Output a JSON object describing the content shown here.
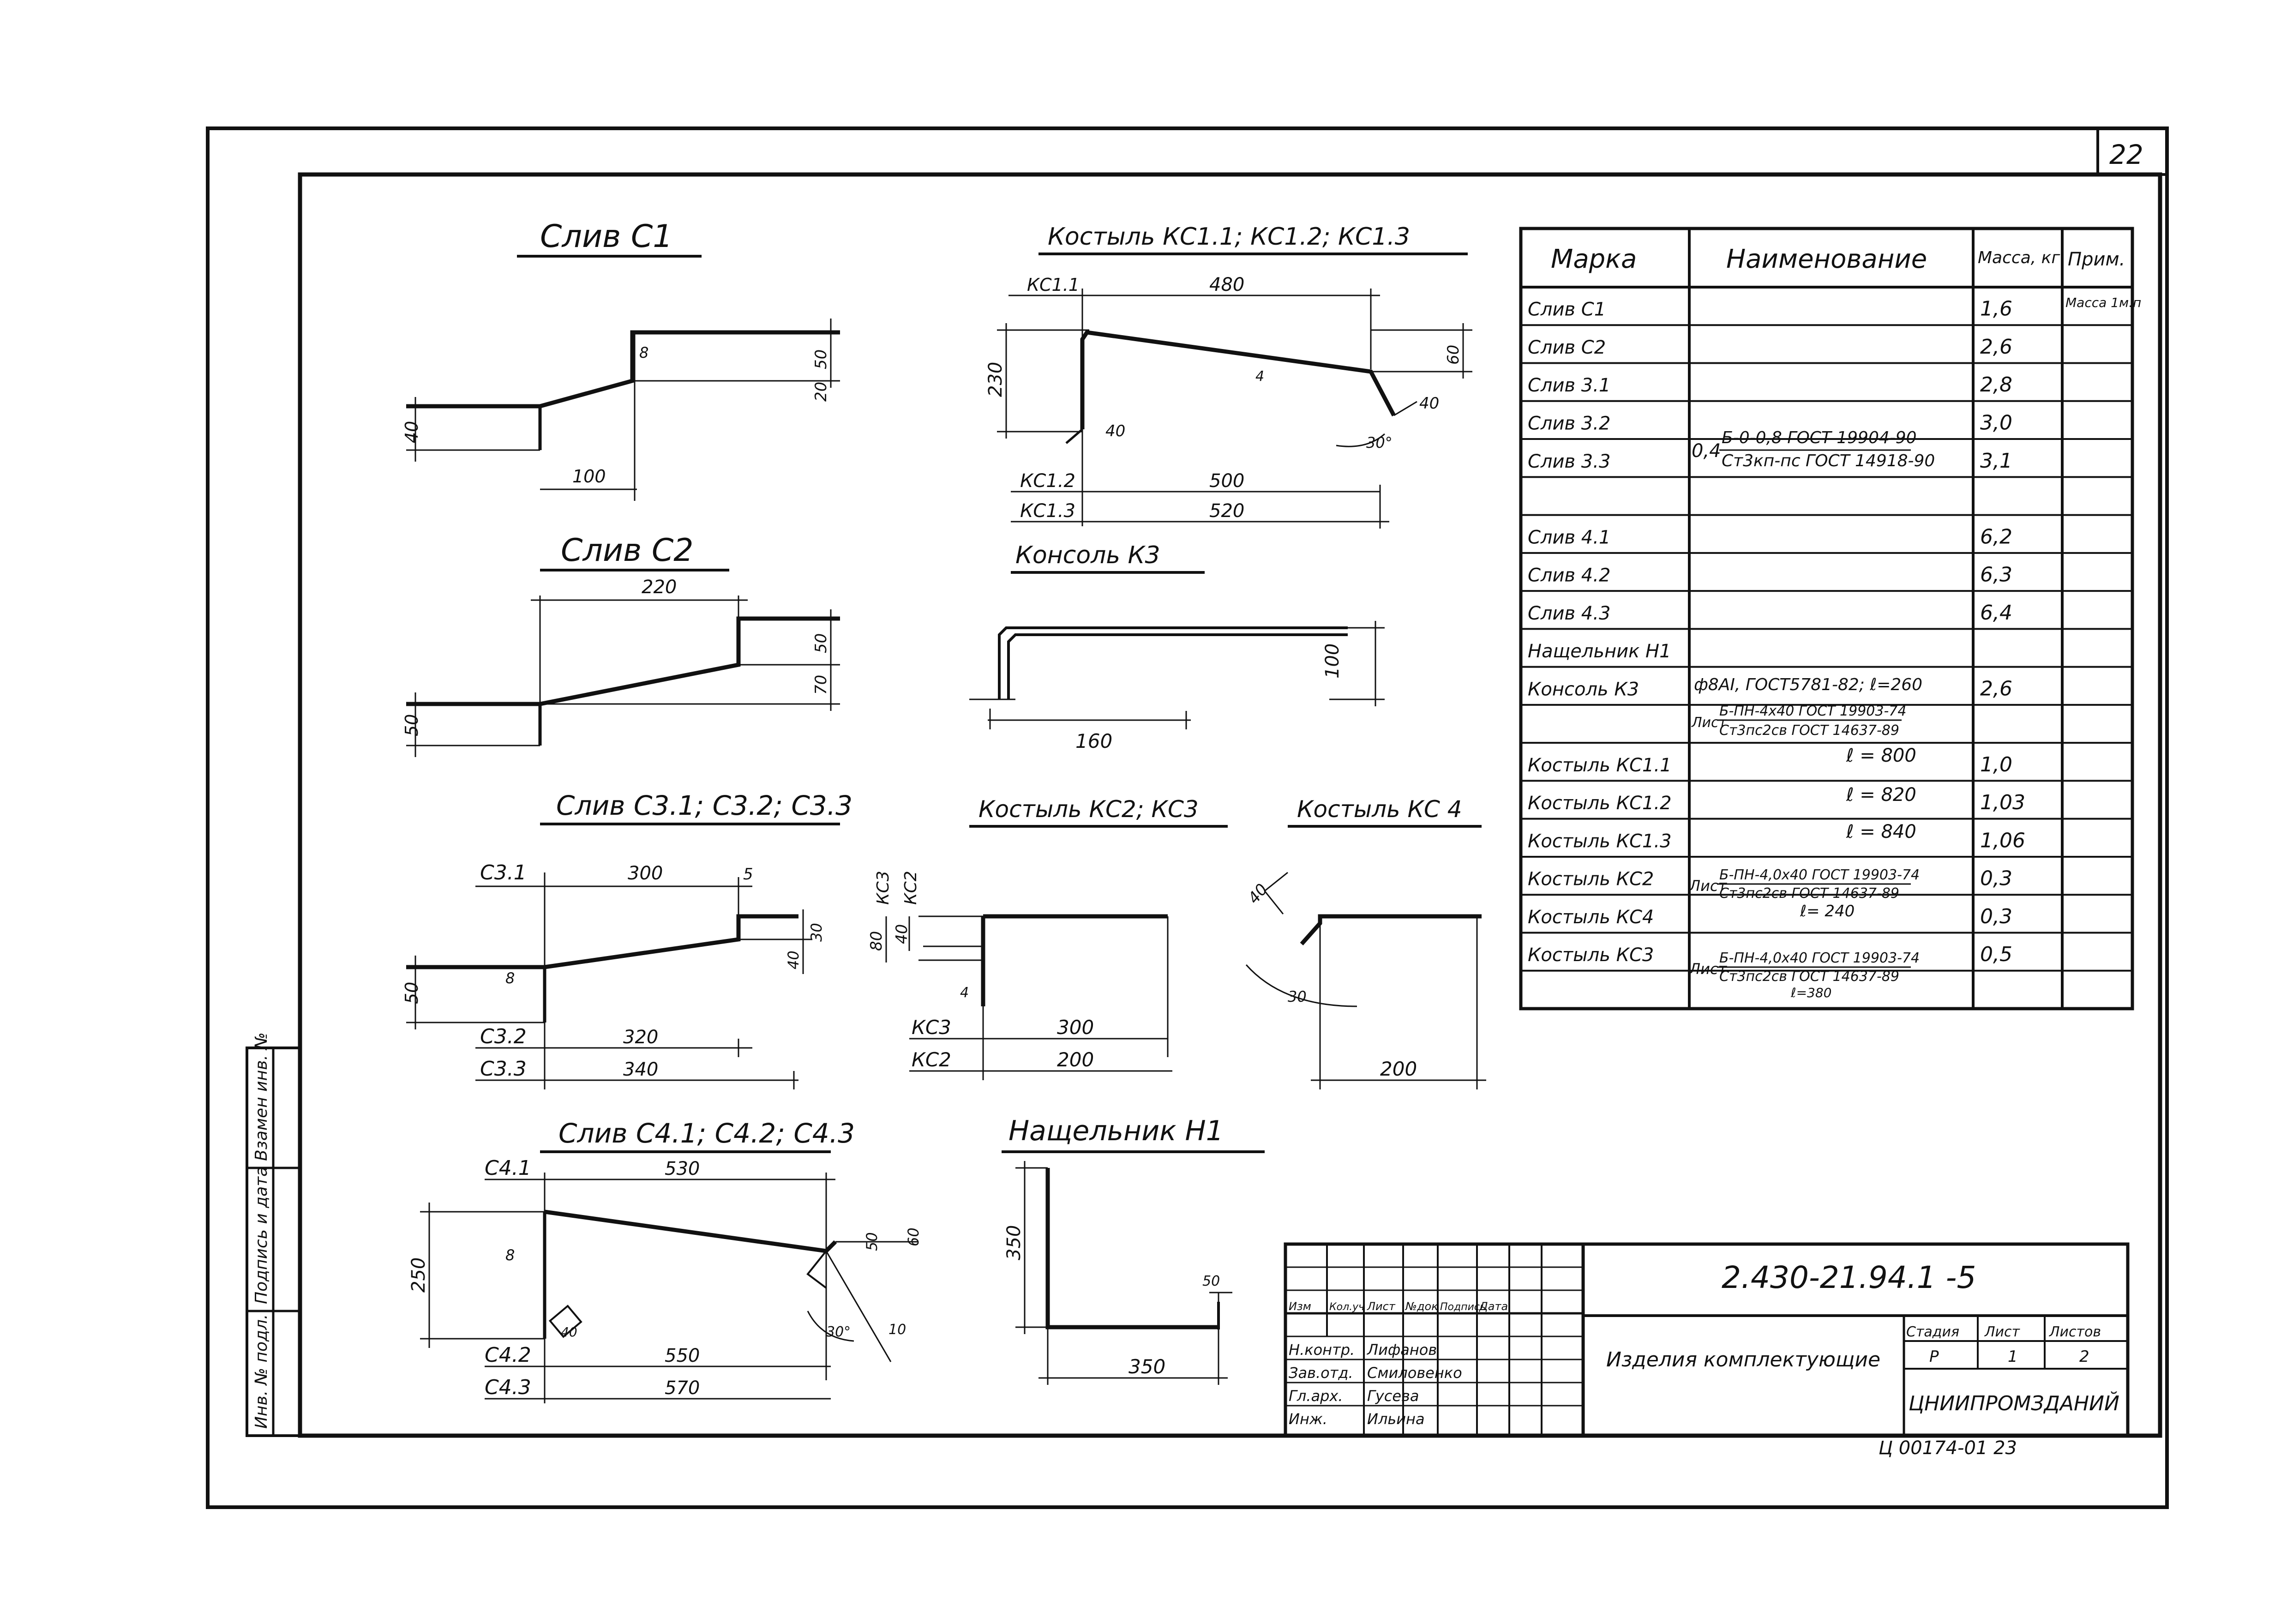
{
  "sheet": {
    "page_number": "22",
    "stamp_bottom": "Ц 00174-01  23"
  },
  "side_stamp": {
    "inv_no": "Инв. № подл.",
    "sign_date": "Подпись и дата",
    "replaces_inv": "Взамен инв. №"
  },
  "drawings": {
    "c1": {
      "title": "Слив  С1",
      "dims": [
        "40",
        "100",
        "8",
        "20",
        "50"
      ]
    },
    "c2": {
      "title": "Слив  С2",
      "dims": [
        "220",
        "50",
        "70",
        "50"
      ]
    },
    "c3": {
      "title": "Слив С3.1; С3.2; С3.3",
      "labels": [
        "С3.1",
        "С3.2",
        "С3.3"
      ],
      "dims": [
        "300",
        "5",
        "40",
        "30",
        "50",
        "8",
        "320",
        "340"
      ]
    },
    "c4": {
      "title": "Слив С4.1; С4.2; С4.3",
      "labels": [
        "С4.1",
        "С4.2",
        "С4.3"
      ],
      "dims": [
        "530",
        "250",
        "8",
        "40",
        "50",
        "60",
        "30°",
        "10",
        "550",
        "570"
      ]
    },
    "kc1": {
      "title": "Костыль КС1.1; КС1.2; КС1.3",
      "labels": [
        "КС1.1",
        "КС1.2",
        "КС1.3"
      ],
      "dims": [
        "480",
        "230",
        "60",
        "4",
        "40",
        "40",
        "30°",
        "500",
        "520"
      ]
    },
    "k3": {
      "title": "Консоль  К3",
      "dims": [
        "100",
        "160"
      ]
    },
    "kc23": {
      "title": "Костыль КС2; КС3",
      "labels": [
        "КС3",
        "КС2",
        "КС3",
        "КС2"
      ],
      "dims": [
        "80",
        "40",
        "4",
        "300",
        "200"
      ]
    },
    "kc4": {
      "title": "Костыль КС 4",
      "dims": [
        "40",
        "30",
        "200"
      ]
    },
    "n1": {
      "title": "Нащельник  Н1",
      "dims": [
        "350",
        "50",
        "350"
      ]
    }
  },
  "spec_table": {
    "headers": [
      "Марка",
      "Наименование",
      "Масса, кг",
      "Прим."
    ],
    "note": "Масса 1м.п",
    "rows": [
      {
        "mark": "Слив  С1",
        "mass": "1,6"
      },
      {
        "mark": "Слив  С2",
        "mass": "2,6"
      },
      {
        "mark": "Слив  3.1",
        "mass": "2,8"
      },
      {
        "mark": "Слив  3.2",
        "mass": "3,0"
      },
      {
        "mark": "Слив  3.3",
        "mass": "3,1"
      },
      {
        "mark": "",
        "mass": ""
      },
      {
        "mark": "Слив  4.1",
        "mass": "6,2"
      },
      {
        "mark": "Слив  4.2",
        "mass": "6,3"
      },
      {
        "mark": "Слив  4.3",
        "mass": "6,4"
      },
      {
        "mark": "Нащельник Н1",
        "mass": ""
      },
      {
        "mark": "Консоль К3",
        "mass": "2,6"
      },
      {
        "mark": "",
        "mass": ""
      },
      {
        "mark": "Костыль КС1.1",
        "mass": "1,0"
      },
      {
        "mark": "Костыль КС1.2",
        "mass": "1,03"
      },
      {
        "mark": "Костыль КС1.3",
        "mass": "1,06"
      },
      {
        "mark": "Костыль КС2",
        "mass": "0,3"
      },
      {
        "mark": "Костыль КС4",
        "mass": "0,3"
      },
      {
        "mark": "Костыль КС3",
        "mass": "0,5"
      },
      {
        "mark": "",
        "mass": ""
      }
    ],
    "names": {
      "steel_prefix": "0,4",
      "steel_top": "Б-0-0,8 ГОСТ 19904-90",
      "steel_bottom": "Ст3кп-пс ГОСТ 14918-90",
      "k3": "ф8АI, ГОСТ5781-82; ℓ=260",
      "kc1_prefix": "Лист",
      "kc1_top": "Б-ПН-4х40 ГОСТ 19903-74",
      "kc1_bottom": "Ст3пс2св ГОСТ 14637-89",
      "kc11_len": "ℓ = 800",
      "kc12_len": "ℓ = 820",
      "kc13_len": "ℓ = 840",
      "kc2_prefix": "Лист",
      "kc2_top": "Б-ПН-4,0х40 ГОСТ 19903-74",
      "kc2_bottom": "Ст3пс2св ГОСТ 14637-89",
      "kc2_len": "ℓ= 240",
      "kc3_prefix": "Лист",
      "kc3_top": "Б-ПН-4,0х40 ГОСТ 19903-74",
      "kc3_bottom": "Ст3пс2св ГОСТ 14637-89",
      "kc3_len": "ℓ=380"
    }
  },
  "title_block": {
    "doc_number": "2.430-21.94.1 -5",
    "product": "Изделия комплектующие",
    "headers": [
      "Изм",
      "Кол.уч",
      "Лист",
      "№док",
      "Подпись",
      "Дата"
    ],
    "roles": [
      {
        "role": "Н.контр.",
        "name": "Лифанов"
      },
      {
        "role": "Зав.отд.",
        "name": "Смиловенко"
      },
      {
        "role": "Гл.арх.",
        "name": "Гусева"
      },
      {
        "role": "Инж.",
        "name": "Ильина"
      }
    ],
    "stage_header": "Стадия",
    "sheet_header": "Лист",
    "sheets_header": "Листов",
    "stage": "Р",
    "sheet": "1",
    "sheets": "2",
    "org": "ЦНИИПРОМЗДАНИЙ"
  }
}
